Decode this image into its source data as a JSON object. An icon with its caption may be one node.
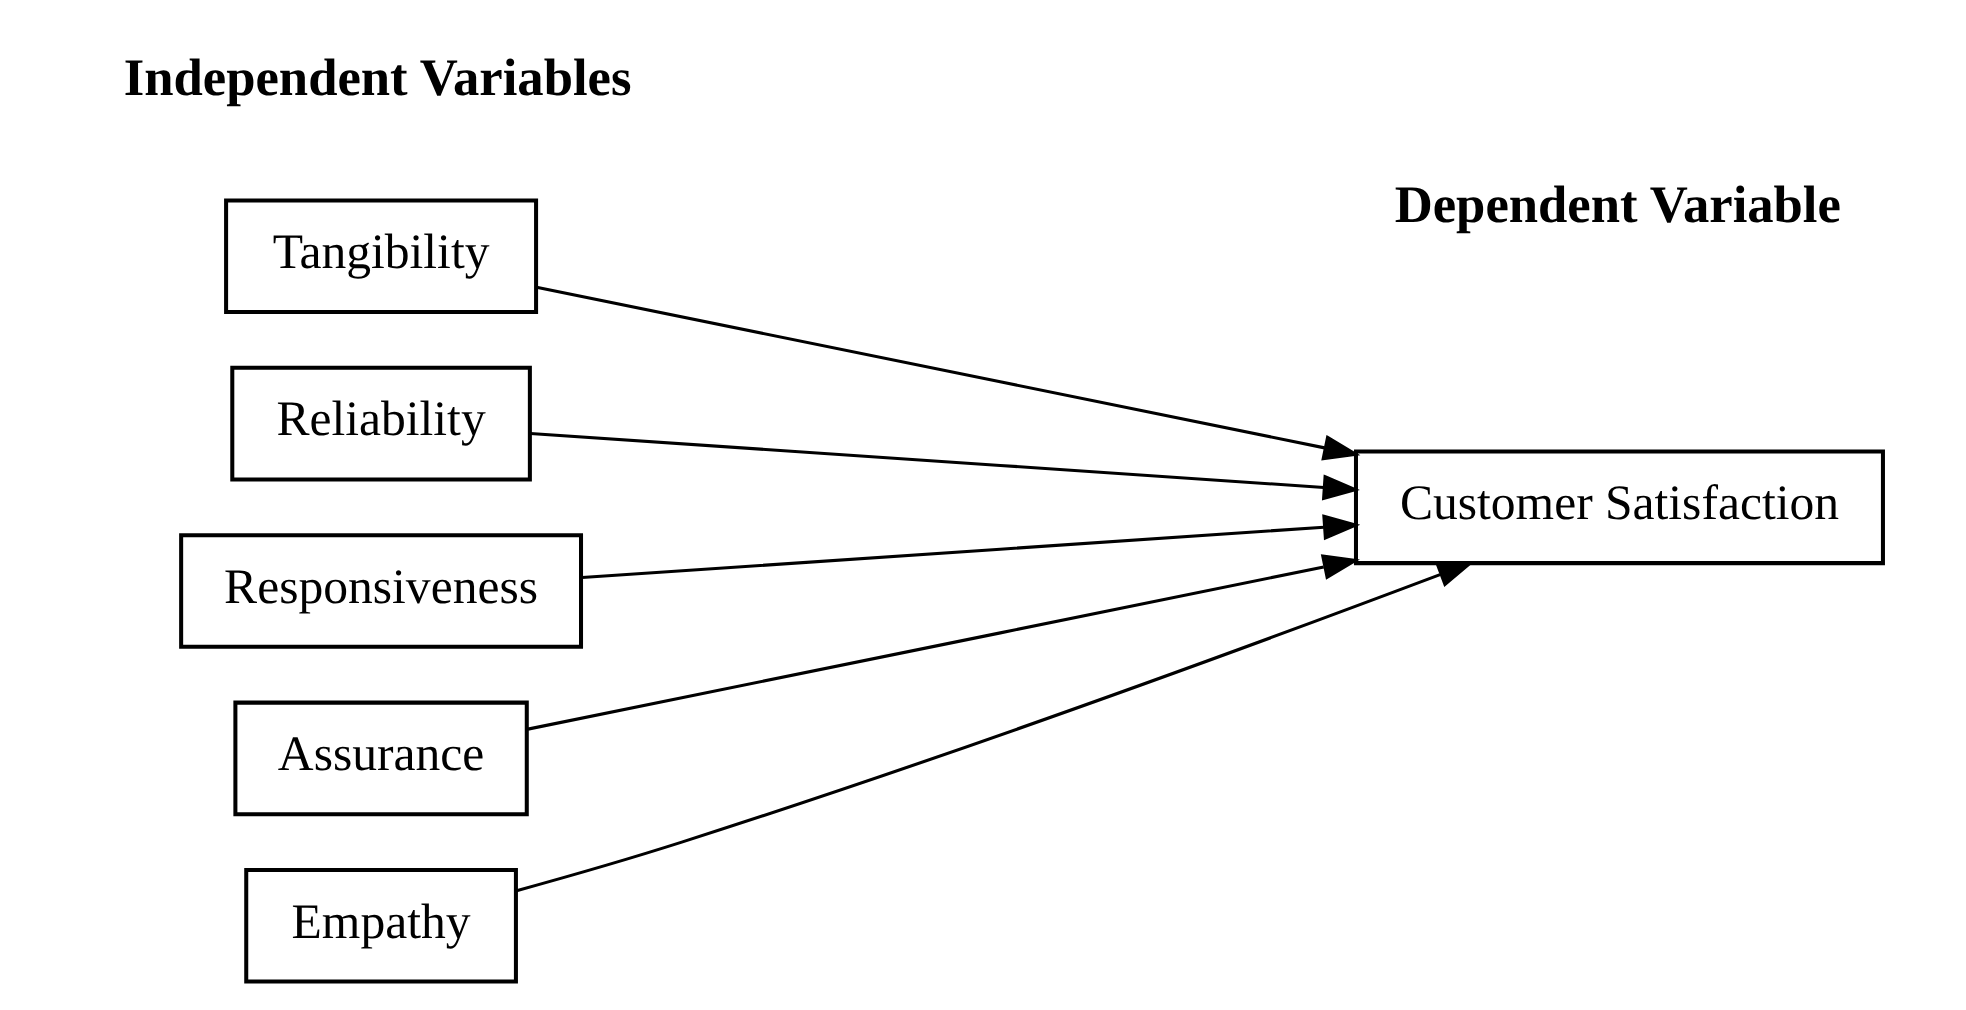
{
  "diagram": {
    "nodes": [
      {
        "text": [
          "Tangibility"
        ]
      },
      {
        "text": [
          "Reliability"
        ]
      },
      {
        "text": [
          "Responsiveness"
        ]
      },
      {
        "text": [
          "Assurance"
        ]
      },
      {
        "text": [
          "Empathy"
        ]
      },
      {
        "text": [
          "Customer Satisfaction"
        ]
      }
    ],
    "edges": [
      {
        "from": 0,
        "to": 5,
        "arrow": "to"
      },
      {
        "from": 1,
        "to": 5,
        "arrow": "to"
      },
      {
        "from": 2,
        "to": 5,
        "arrow": "to"
      },
      {
        "from": 3,
        "to": 5,
        "arrow": "to"
      },
      {
        "from": 4,
        "to": 5,
        "arrow": "to"
      }
    ],
    "labels": [
      "Independent Variables",
      "Dependent Variable"
    ]
  }
}
